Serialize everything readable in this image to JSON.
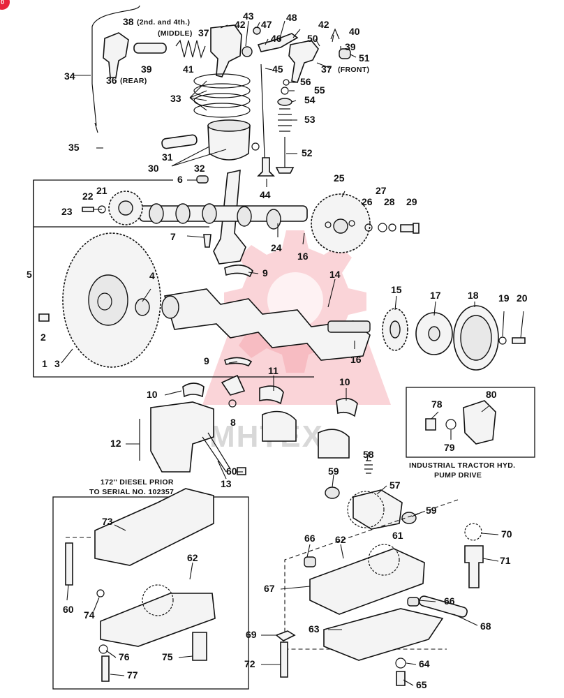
{
  "badge": {
    "text": "0",
    "color": "#e8243c"
  },
  "watermark": {
    "text": "MHTEX",
    "color": "#f4a0a8"
  },
  "notes": {
    "second_fourth": "(2nd. and 4th.)",
    "middle": "(MIDDLE)",
    "rear": "(REAR)",
    "front": "(FRONT)",
    "diesel_line1": "172'' DIESEL PRIOR",
    "diesel_line2": "TO SERIAL NO. 102357",
    "hyd_line1": "INDUSTRIAL TRACTOR HYD.",
    "hyd_line2": "PUMP DRIVE"
  },
  "callouts": {
    "n1": "1",
    "n2": "2",
    "n3": "3",
    "n4": "4",
    "n5": "5",
    "n6": "6",
    "n7": "7",
    "n8": "8",
    "n9a": "9",
    "n9b": "9",
    "n10a": "10",
    "n10b": "10",
    "n11": "11",
    "n12": "12",
    "n13": "13",
    "n14": "14",
    "n15": "15",
    "n16a": "16",
    "n16b": "16",
    "n17": "17",
    "n18": "18",
    "n19": "19",
    "n20": "20",
    "n21": "21",
    "n22": "22",
    "n23": "23",
    "n24": "24",
    "n25": "25",
    "n26": "26",
    "n27": "27",
    "n28": "28",
    "n29": "29",
    "n30": "30",
    "n31": "31",
    "n32": "32",
    "n33": "33",
    "n34": "34",
    "n35": "35",
    "n36": "36",
    "n37a": "37",
    "n37b": "37",
    "n38": "38",
    "n39a": "39",
    "n39b": "39",
    "n40": "40",
    "n41": "41",
    "n42a": "42",
    "n42b": "42",
    "n43": "43",
    "n44": "44",
    "n45": "45",
    "n46": "46",
    "n47": "47",
    "n48": "48",
    "n50": "50",
    "n51": "51",
    "n52": "52",
    "n53": "53",
    "n54": "54",
    "n55": "55",
    "n56": "56",
    "n57": "57",
    "n58": "58",
    "n59a": "59",
    "n59b": "59",
    "n60a": "60",
    "n60b": "60",
    "n61": "61",
    "n62a": "62",
    "n62b": "62",
    "n63": "63",
    "n64": "64",
    "n65": "65",
    "n66a": "66",
    "n66b": "66",
    "n67": "67",
    "n68": "68",
    "n69": "69",
    "n70": "70",
    "n71": "71",
    "n72": "72",
    "n73": "73",
    "n74": "74",
    "n75": "75",
    "n76": "76",
    "n77": "77",
    "n78": "78",
    "n79": "79",
    "n80": "80"
  }
}
